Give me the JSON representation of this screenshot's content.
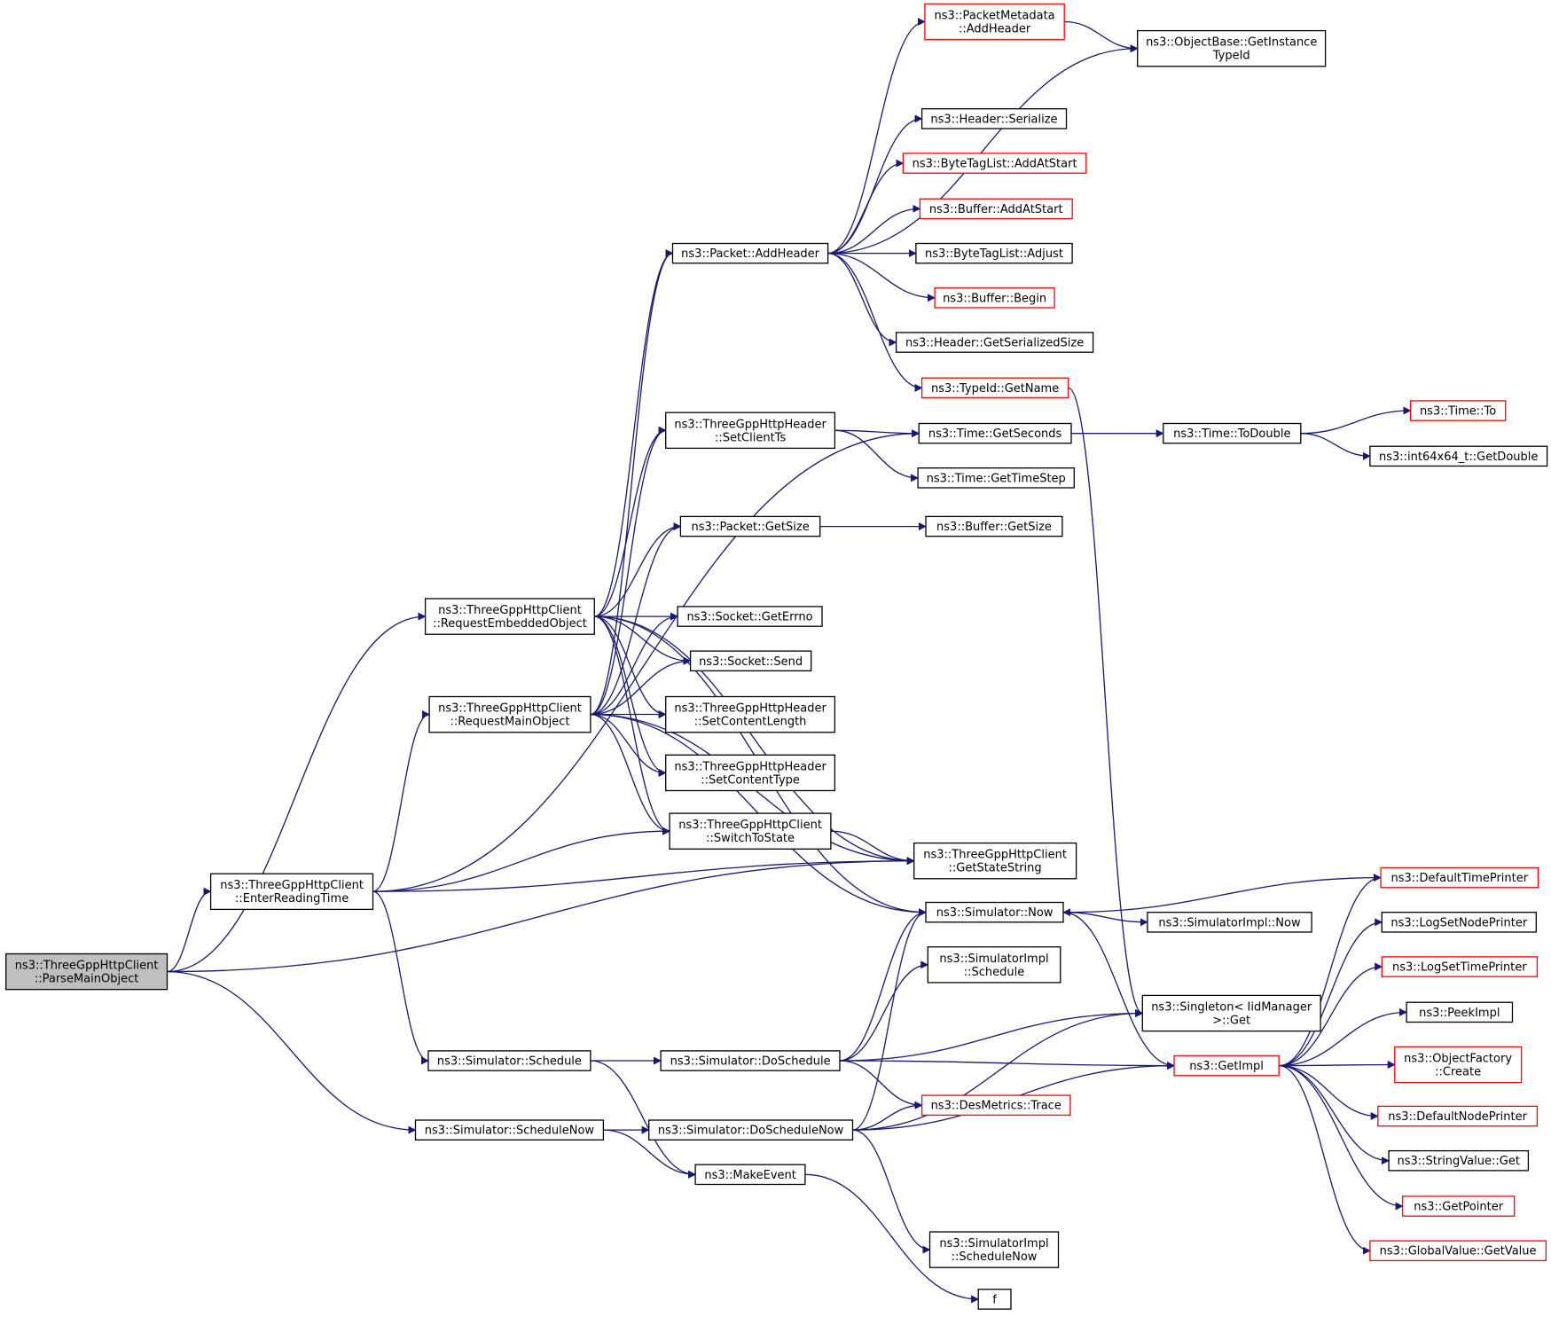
{
  "nodes": [
    {
      "id": "root",
      "label": [
        "ns3::ThreeGppHttpClient",
        "::ParseMainObject"
      ],
      "style": "root"
    },
    {
      "id": "ert",
      "label": [
        "ns3::ThreeGppHttpClient",
        "::EnterReadingTime"
      ],
      "style": "normal"
    },
    {
      "id": "reo",
      "label": [
        "ns3::ThreeGppHttpClient",
        "::RequestEmbeddedObject"
      ],
      "style": "normal"
    },
    {
      "id": "rmo",
      "label": [
        "ns3::ThreeGppHttpClient",
        "::RequestMainObject"
      ],
      "style": "normal"
    },
    {
      "id": "ssch",
      "label": [
        "ns3::Simulator::Schedule"
      ],
      "style": "normal"
    },
    {
      "id": "sschn",
      "label": [
        "ns3::Simulator::ScheduleNow"
      ],
      "style": "normal"
    },
    {
      "id": "pah",
      "label": [
        "ns3::Packet::AddHeader"
      ],
      "style": "normal"
    },
    {
      "id": "pmah",
      "label": [
        "ns3::PacketMetadata",
        "::AddHeader"
      ],
      "style": "red"
    },
    {
      "id": "obgit",
      "label": [
        "ns3::ObjectBase::GetInstance",
        "TypeId"
      ],
      "style": "normal"
    },
    {
      "id": "hser",
      "label": [
        "ns3::Header::Serialize"
      ],
      "style": "normal"
    },
    {
      "id": "btlaas",
      "label": [
        "ns3::ByteTagList::AddAtStart"
      ],
      "style": "red"
    },
    {
      "id": "baas",
      "label": [
        "ns3::Buffer::AddAtStart"
      ],
      "style": "red"
    },
    {
      "id": "btladj",
      "label": [
        "ns3::ByteTagList::Adjust"
      ],
      "style": "normal"
    },
    {
      "id": "bbeg",
      "label": [
        "ns3::Buffer::Begin"
      ],
      "style": "red"
    },
    {
      "id": "hgss",
      "label": [
        "ns3::Header::GetSerializedSize"
      ],
      "style": "normal"
    },
    {
      "id": "tgn",
      "label": [
        "ns3::TypeId::GetName"
      ],
      "style": "red"
    },
    {
      "id": "hsct",
      "label": [
        "ns3::ThreeGppHttpHeader",
        "::SetClientTs"
      ],
      "style": "normal"
    },
    {
      "id": "tgs",
      "label": [
        "ns3::Time::GetSeconds"
      ],
      "style": "normal"
    },
    {
      "id": "ttd",
      "label": [
        "ns3::Time::ToDouble"
      ],
      "style": "normal"
    },
    {
      "id": "tto",
      "label": [
        "ns3::Time::To"
      ],
      "style": "red"
    },
    {
      "id": "i64",
      "label": [
        "ns3::int64x64_t::GetDouble"
      ],
      "style": "normal"
    },
    {
      "id": "tgts",
      "label": [
        "ns3::Time::GetTimeStep"
      ],
      "style": "normal"
    },
    {
      "id": "pgs",
      "label": [
        "ns3::Packet::GetSize"
      ],
      "style": "normal"
    },
    {
      "id": "bgs",
      "label": [
        "ns3::Buffer::GetSize"
      ],
      "style": "normal"
    },
    {
      "id": "sge",
      "label": [
        "ns3::Socket::GetErrno"
      ],
      "style": "normal"
    },
    {
      "id": "ssend",
      "label": [
        "ns3::Socket::Send"
      ],
      "style": "normal"
    },
    {
      "id": "hscl",
      "label": [
        "ns3::ThreeGppHttpHeader",
        "::SetContentLength"
      ],
      "style": "normal"
    },
    {
      "id": "hsctype",
      "label": [
        "ns3::ThreeGppHttpHeader",
        "::SetContentType"
      ],
      "style": "normal"
    },
    {
      "id": "sts",
      "label": [
        "ns3::ThreeGppHttpClient",
        "::SwitchToState"
      ],
      "style": "normal"
    },
    {
      "id": "gss",
      "label": [
        "ns3::ThreeGppHttpClient",
        "::GetStateString"
      ],
      "style": "normal"
    },
    {
      "id": "snow",
      "label": [
        "ns3::Simulator::Now"
      ],
      "style": "normal"
    },
    {
      "id": "sinow",
      "label": [
        "ns3::SimulatorImpl::Now"
      ],
      "style": "normal"
    },
    {
      "id": "sisch",
      "label": [
        "ns3::SimulatorImpl",
        "::Schedule"
      ],
      "style": "normal"
    },
    {
      "id": "sget",
      "label": [
        "ns3::Singleton< IidManager",
        "  >::Get"
      ],
      "style": "normal"
    },
    {
      "id": "sdsch",
      "label": [
        "ns3::Simulator::DoSchedule"
      ],
      "style": "normal"
    },
    {
      "id": "sdschn",
      "label": [
        "ns3::Simulator::DoScheduleNow"
      ],
      "style": "normal"
    },
    {
      "id": "dmt",
      "label": [
        "ns3::DesMetrics::Trace"
      ],
      "style": "red"
    },
    {
      "id": "mev",
      "label": [
        "ns3::MakeEvent"
      ],
      "style": "normal"
    },
    {
      "id": "sischn",
      "label": [
        "ns3::SimulatorImpl",
        "::ScheduleNow"
      ],
      "style": "normal"
    },
    {
      "id": "f",
      "label": [
        "f"
      ],
      "style": "normal"
    },
    {
      "id": "gimpl",
      "label": [
        "ns3::GetImpl"
      ],
      "style": "red"
    },
    {
      "id": "dtp",
      "label": [
        "ns3::DefaultTimePrinter"
      ],
      "style": "red"
    },
    {
      "id": "lsnp",
      "label": [
        "ns3::LogSetNodePrinter"
      ],
      "style": "normal"
    },
    {
      "id": "lstp",
      "label": [
        "ns3::LogSetTimePrinter"
      ],
      "style": "red"
    },
    {
      "id": "peek",
      "label": [
        "ns3::PeekImpl"
      ],
      "style": "normal"
    },
    {
      "id": "ofc",
      "label": [
        "ns3::ObjectFactory",
        "::Create"
      ],
      "style": "red"
    },
    {
      "id": "dnp",
      "label": [
        "ns3::DefaultNodePrinter"
      ],
      "style": "red"
    },
    {
      "id": "svg",
      "label": [
        "ns3::StringValue::Get"
      ],
      "style": "normal"
    },
    {
      "id": "gptr",
      "label": [
        "ns3::GetPointer"
      ],
      "style": "red"
    },
    {
      "id": "gvgv",
      "label": [
        "ns3::GlobalValue::GetValue"
      ],
      "style": "red"
    }
  ],
  "edges": [
    [
      "root",
      "reo"
    ],
    [
      "root",
      "ert"
    ],
    [
      "root",
      "sschn"
    ],
    [
      "root",
      "gss"
    ],
    [
      "ert",
      "rmo"
    ],
    [
      "ert",
      "tgs"
    ],
    [
      "ert",
      "sts"
    ],
    [
      "ert",
      "gss"
    ],
    [
      "ert",
      "ssch"
    ],
    [
      "reo",
      "pah"
    ],
    [
      "reo",
      "hsct"
    ],
    [
      "reo",
      "pgs"
    ],
    [
      "reo",
      "sge"
    ],
    [
      "reo",
      "ssend"
    ],
    [
      "reo",
      "hscl"
    ],
    [
      "reo",
      "hsctype"
    ],
    [
      "reo",
      "sts"
    ],
    [
      "reo",
      "gss"
    ],
    [
      "reo",
      "snow"
    ],
    [
      "rmo",
      "pah"
    ],
    [
      "rmo",
      "hsct"
    ],
    [
      "rmo",
      "pgs"
    ],
    [
      "rmo",
      "sge"
    ],
    [
      "rmo",
      "ssend"
    ],
    [
      "rmo",
      "hscl"
    ],
    [
      "rmo",
      "hsctype"
    ],
    [
      "rmo",
      "sts"
    ],
    [
      "rmo",
      "gss"
    ],
    [
      "rmo",
      "snow"
    ],
    [
      "pah",
      "pmah"
    ],
    [
      "pah",
      "obgit"
    ],
    [
      "pah",
      "hser"
    ],
    [
      "pah",
      "btlaas"
    ],
    [
      "pah",
      "baas"
    ],
    [
      "pah",
      "btladj"
    ],
    [
      "pah",
      "bbeg"
    ],
    [
      "pah",
      "hgss"
    ],
    [
      "pah",
      "tgn"
    ],
    [
      "pmah",
      "obgit"
    ],
    [
      "tgn",
      "sget"
    ],
    [
      "hsct",
      "tgs"
    ],
    [
      "hsct",
      "tgts"
    ],
    [
      "tgs",
      "ttd"
    ],
    [
      "ttd",
      "tto"
    ],
    [
      "ttd",
      "i64"
    ],
    [
      "pgs",
      "bgs"
    ],
    [
      "sts",
      "gss"
    ],
    [
      "snow",
      "sinow"
    ],
    [
      "snow",
      "gimpl"
    ],
    [
      "dtp",
      "snow"
    ],
    [
      "ssch",
      "sdsch"
    ],
    [
      "ssch",
      "mev"
    ],
    [
      "sschn",
      "sdschn"
    ],
    [
      "sschn",
      "mev"
    ],
    [
      "sdsch",
      "snow"
    ],
    [
      "sdsch",
      "sisch"
    ],
    [
      "sdsch",
      "sget"
    ],
    [
      "sdsch",
      "gimpl"
    ],
    [
      "sdsch",
      "dmt"
    ],
    [
      "sdschn",
      "snow"
    ],
    [
      "sdschn",
      "sget"
    ],
    [
      "sdschn",
      "gimpl"
    ],
    [
      "sdschn",
      "dmt"
    ],
    [
      "sdschn",
      "sischn"
    ],
    [
      "mev",
      "f"
    ],
    [
      "gimpl",
      "dtp"
    ],
    [
      "gimpl",
      "lsnp"
    ],
    [
      "gimpl",
      "lstp"
    ],
    [
      "gimpl",
      "peek"
    ],
    [
      "gimpl",
      "ofc"
    ],
    [
      "gimpl",
      "dnp"
    ],
    [
      "gimpl",
      "svg"
    ],
    [
      "gimpl",
      "gptr"
    ],
    [
      "gimpl",
      "gvgv"
    ]
  ],
  "colors": {
    "edge": "#191970",
    "root_fill": "#bfbfbf",
    "red_border": "#ff0000",
    "border": "#000000"
  }
}
